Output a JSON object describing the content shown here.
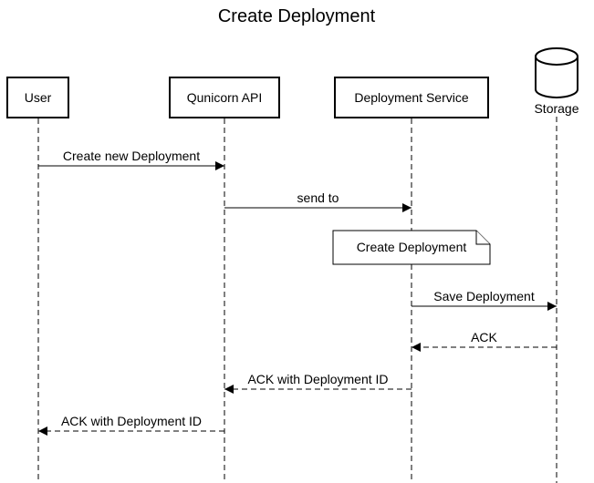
{
  "title": "Create Deployment",
  "participants": [
    {
      "id": "user",
      "label": "User",
      "kind": "box"
    },
    {
      "id": "api",
      "label": "Qunicorn API",
      "kind": "box"
    },
    {
      "id": "service",
      "label": "Deployment Service",
      "kind": "box"
    },
    {
      "id": "storage",
      "label": "Storage",
      "kind": "database"
    }
  ],
  "messages": [
    {
      "from": "user",
      "to": "api",
      "label": "Create new Deployment",
      "style": "solid"
    },
    {
      "from": "api",
      "to": "service",
      "label": "send to",
      "style": "solid"
    },
    {
      "from": "service",
      "to": "storage",
      "label": "Save Deployment",
      "style": "solid"
    },
    {
      "from": "storage",
      "to": "service",
      "label": "ACK",
      "style": "dashed"
    },
    {
      "from": "service",
      "to": "api",
      "label": "ACK with Deployment ID",
      "style": "dashed"
    },
    {
      "from": "api",
      "to": "user",
      "label": "ACK with Deployment ID",
      "style": "dashed"
    }
  ],
  "note": {
    "label": "Create Deployment",
    "over": "service"
  }
}
